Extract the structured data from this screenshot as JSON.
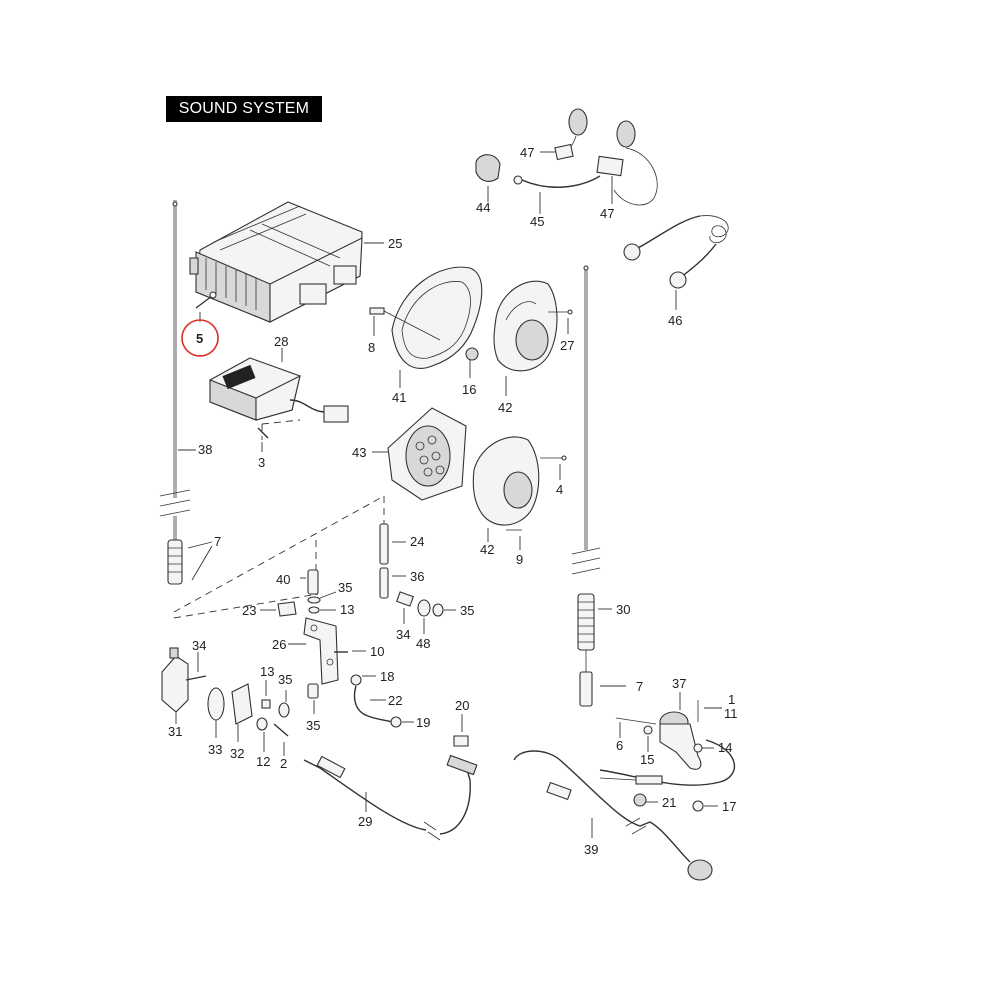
{
  "title": "SOUND SYSTEM",
  "highlight_color": "#d9302a",
  "callouts": [
    "1",
    "2",
    "3",
    "4",
    "5",
    "6",
    "7",
    "7",
    "8",
    "9",
    "10",
    "11",
    "12",
    "13",
    "13",
    "14",
    "15",
    "16",
    "17",
    "18",
    "19",
    "20",
    "21",
    "22",
    "23",
    "24",
    "25",
    "26",
    "27",
    "28",
    "29",
    "30",
    "31",
    "32",
    "33",
    "34",
    "34",
    "35",
    "35",
    "35",
    "35",
    "36",
    "37",
    "38",
    "39",
    "40",
    "41",
    "42",
    "42",
    "43",
    "44",
    "45",
    "46",
    "47",
    "47",
    "48"
  ],
  "highlighted_callout": "5"
}
